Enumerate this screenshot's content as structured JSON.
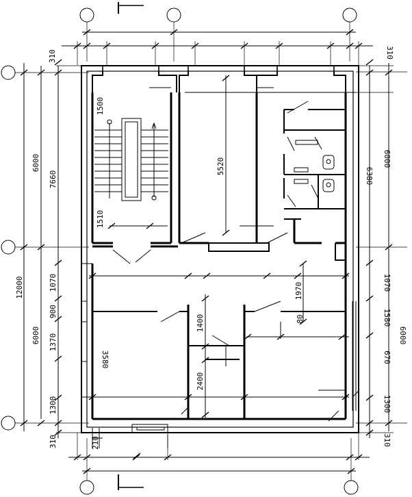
{
  "drawing": {
    "left_dims": {
      "outer_total": "12000",
      "outer_upper": "6000",
      "outer_lower": "6000",
      "inner_upper": "7660",
      "segments": [
        "1070",
        "900",
        "1370",
        "1300",
        "310"
      ],
      "top_small": "310"
    },
    "right_dims": {
      "upper": "6000",
      "upper_inner": "6380",
      "segments": [
        "1070",
        "1580",
        "670",
        "1300",
        "310"
      ],
      "lower": "6000",
      "top_small": "310"
    },
    "interior_dims": {
      "stair_top": "1500",
      "stair_bottom": "1510",
      "room_height": "5520",
      "corridor": "1970",
      "partition_a": "1400",
      "partition_b": "2400",
      "small_80": "80",
      "room_3580": "3580",
      "bottom_210": "210"
    },
    "section_mark": "I",
    "axis_bubble_labels": [
      "",
      "",
      "",
      "",
      "",
      "",
      "",
      "",
      "",
      ""
    ]
  }
}
